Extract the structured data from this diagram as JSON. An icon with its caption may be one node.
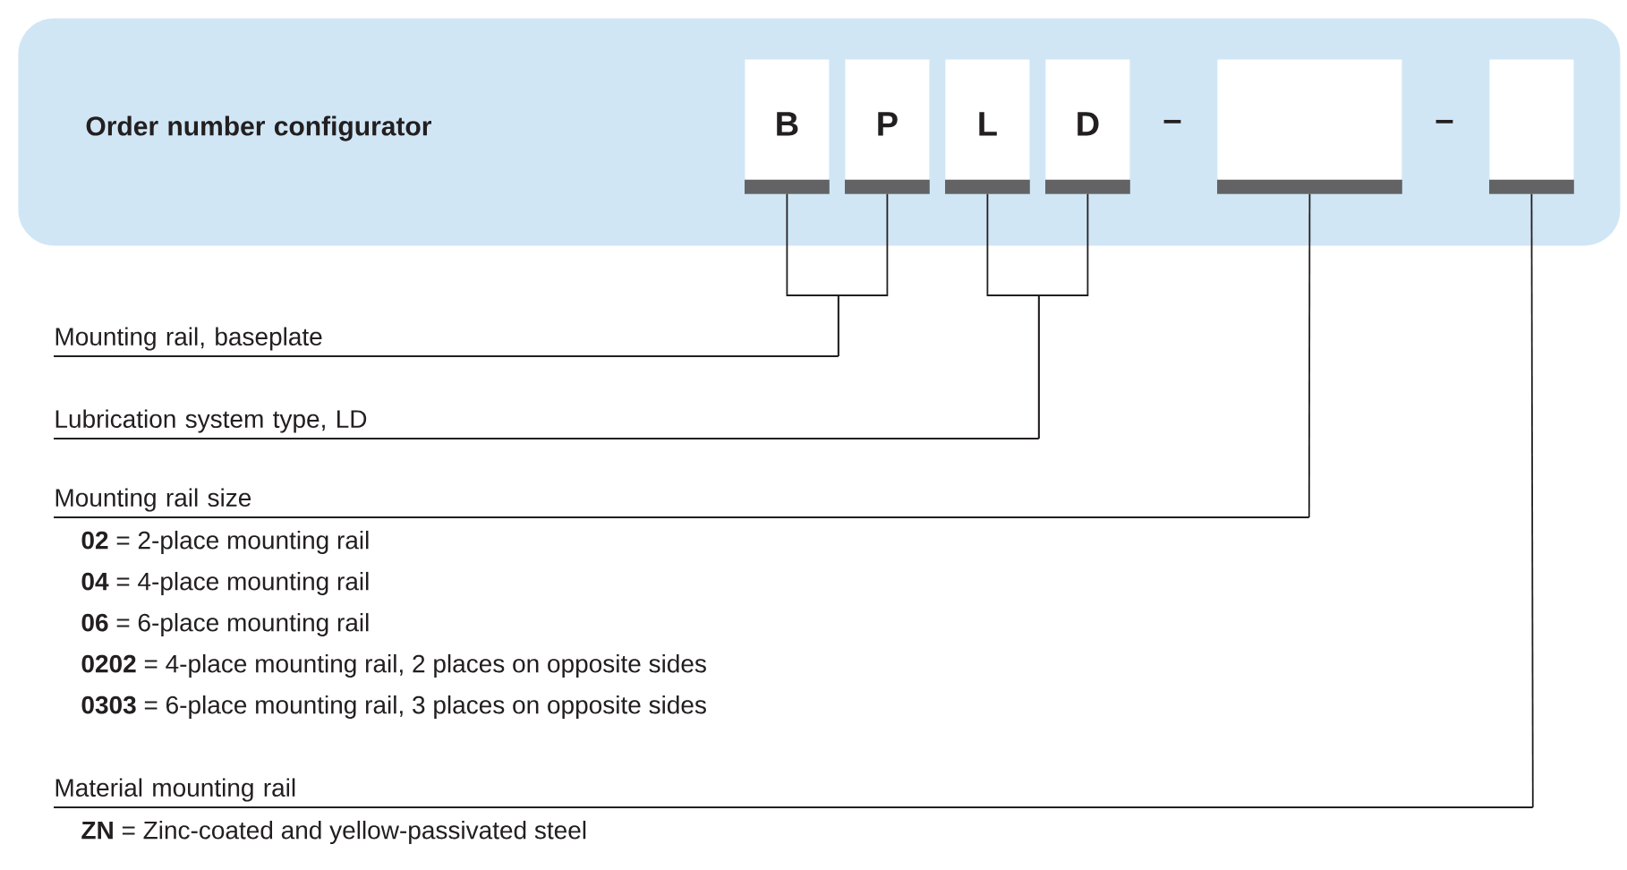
{
  "diagram": {
    "nodes": [
      {
        "text": [
          "Order number configurator"
        ]
      },
      {
        "text": [
          "B"
        ],
        "in": 0
      },
      {
        "text": [
          "P"
        ],
        "in": 0
      },
      {
        "text": [
          "L"
        ],
        "in": 0
      },
      {
        "text": [
          "D"
        ],
        "in": 0
      },
      {
        "text": [],
        "shape": "box",
        "in": 0
      },
      {
        "text": [],
        "shape": "box",
        "in": 0
      },
      {
        "text": [
          "Mounting rail, baseplate"
        ]
      },
      {
        "text": [
          "Lubrication system type, LD"
        ]
      },
      {
        "text": [
          "Mounting rail size"
        ],
        "beside": [
          "**02** = 2-place mounting rail",
          "**04** = 4-place mounting rail",
          "**06** = 6-place mounting rail",
          "**0202** = 4-place mounting rail, 2 places on opposite sides",
          "**0303** = 6-place mounting rail, 3 places on opposite sides"
        ]
      },
      {
        "text": [
          "Material mounting rail"
        ],
        "beside": [
          "**ZN** = Zinc-coated and yellow-passivated steel"
        ]
      }
    ],
    "edges": [
      {
        "from": 7,
        "to": 1,
        "arrow": "none"
      },
      {
        "from": 7,
        "to": 2,
        "arrow": "none"
      },
      {
        "from": 8,
        "to": 3,
        "arrow": "none"
      },
      {
        "from": 8,
        "to": 4,
        "arrow": "none"
      },
      {
        "from": 9,
        "to": 5,
        "arrow": "none"
      },
      {
        "from": 10,
        "to": 6,
        "arrow": "none"
      }
    ],
    "labels": [
      "–",
      "–"
    ]
  }
}
